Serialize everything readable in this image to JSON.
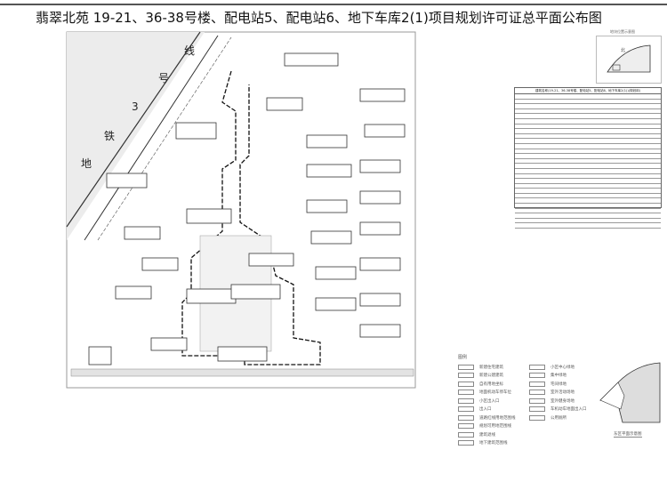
{
  "title": "翡翠北苑 19-21、36-38号楼、配电站5、配电站6、地下车库2(1)项目规划许可证总平面公布图",
  "road_labels": [
    "地",
    "铁",
    "3",
    "号",
    "线"
  ],
  "north_label": "北",
  "location_caption": "地块位置示意图",
  "table": {
    "header": "建筑名称(19-21、36-38号楼、配电站5、配电站6、地下车库2(1))(规划用)"
  },
  "legend": {
    "heading": "图例",
    "left": [
      "新建住宅建筑",
      "新建公建建筑",
      "自有用地坐标",
      "地面机动车停车位",
      "小区出入口",
      "出入口",
      "道路红线用地范围线",
      "规划可用地范围线",
      "建筑退线",
      "地下建筑范围线"
    ],
    "right": [
      "小区中心绿地",
      "集中绿地",
      "宅间绿地",
      "室外活动场地",
      "室外健身场地",
      "车机动车地面出入口",
      "公用厕所"
    ]
  },
  "inset_caption": "东区平面示意图",
  "colors": {
    "line": "#333333",
    "hatch": "#bbbbbb",
    "fill": "#e6e6e6"
  }
}
